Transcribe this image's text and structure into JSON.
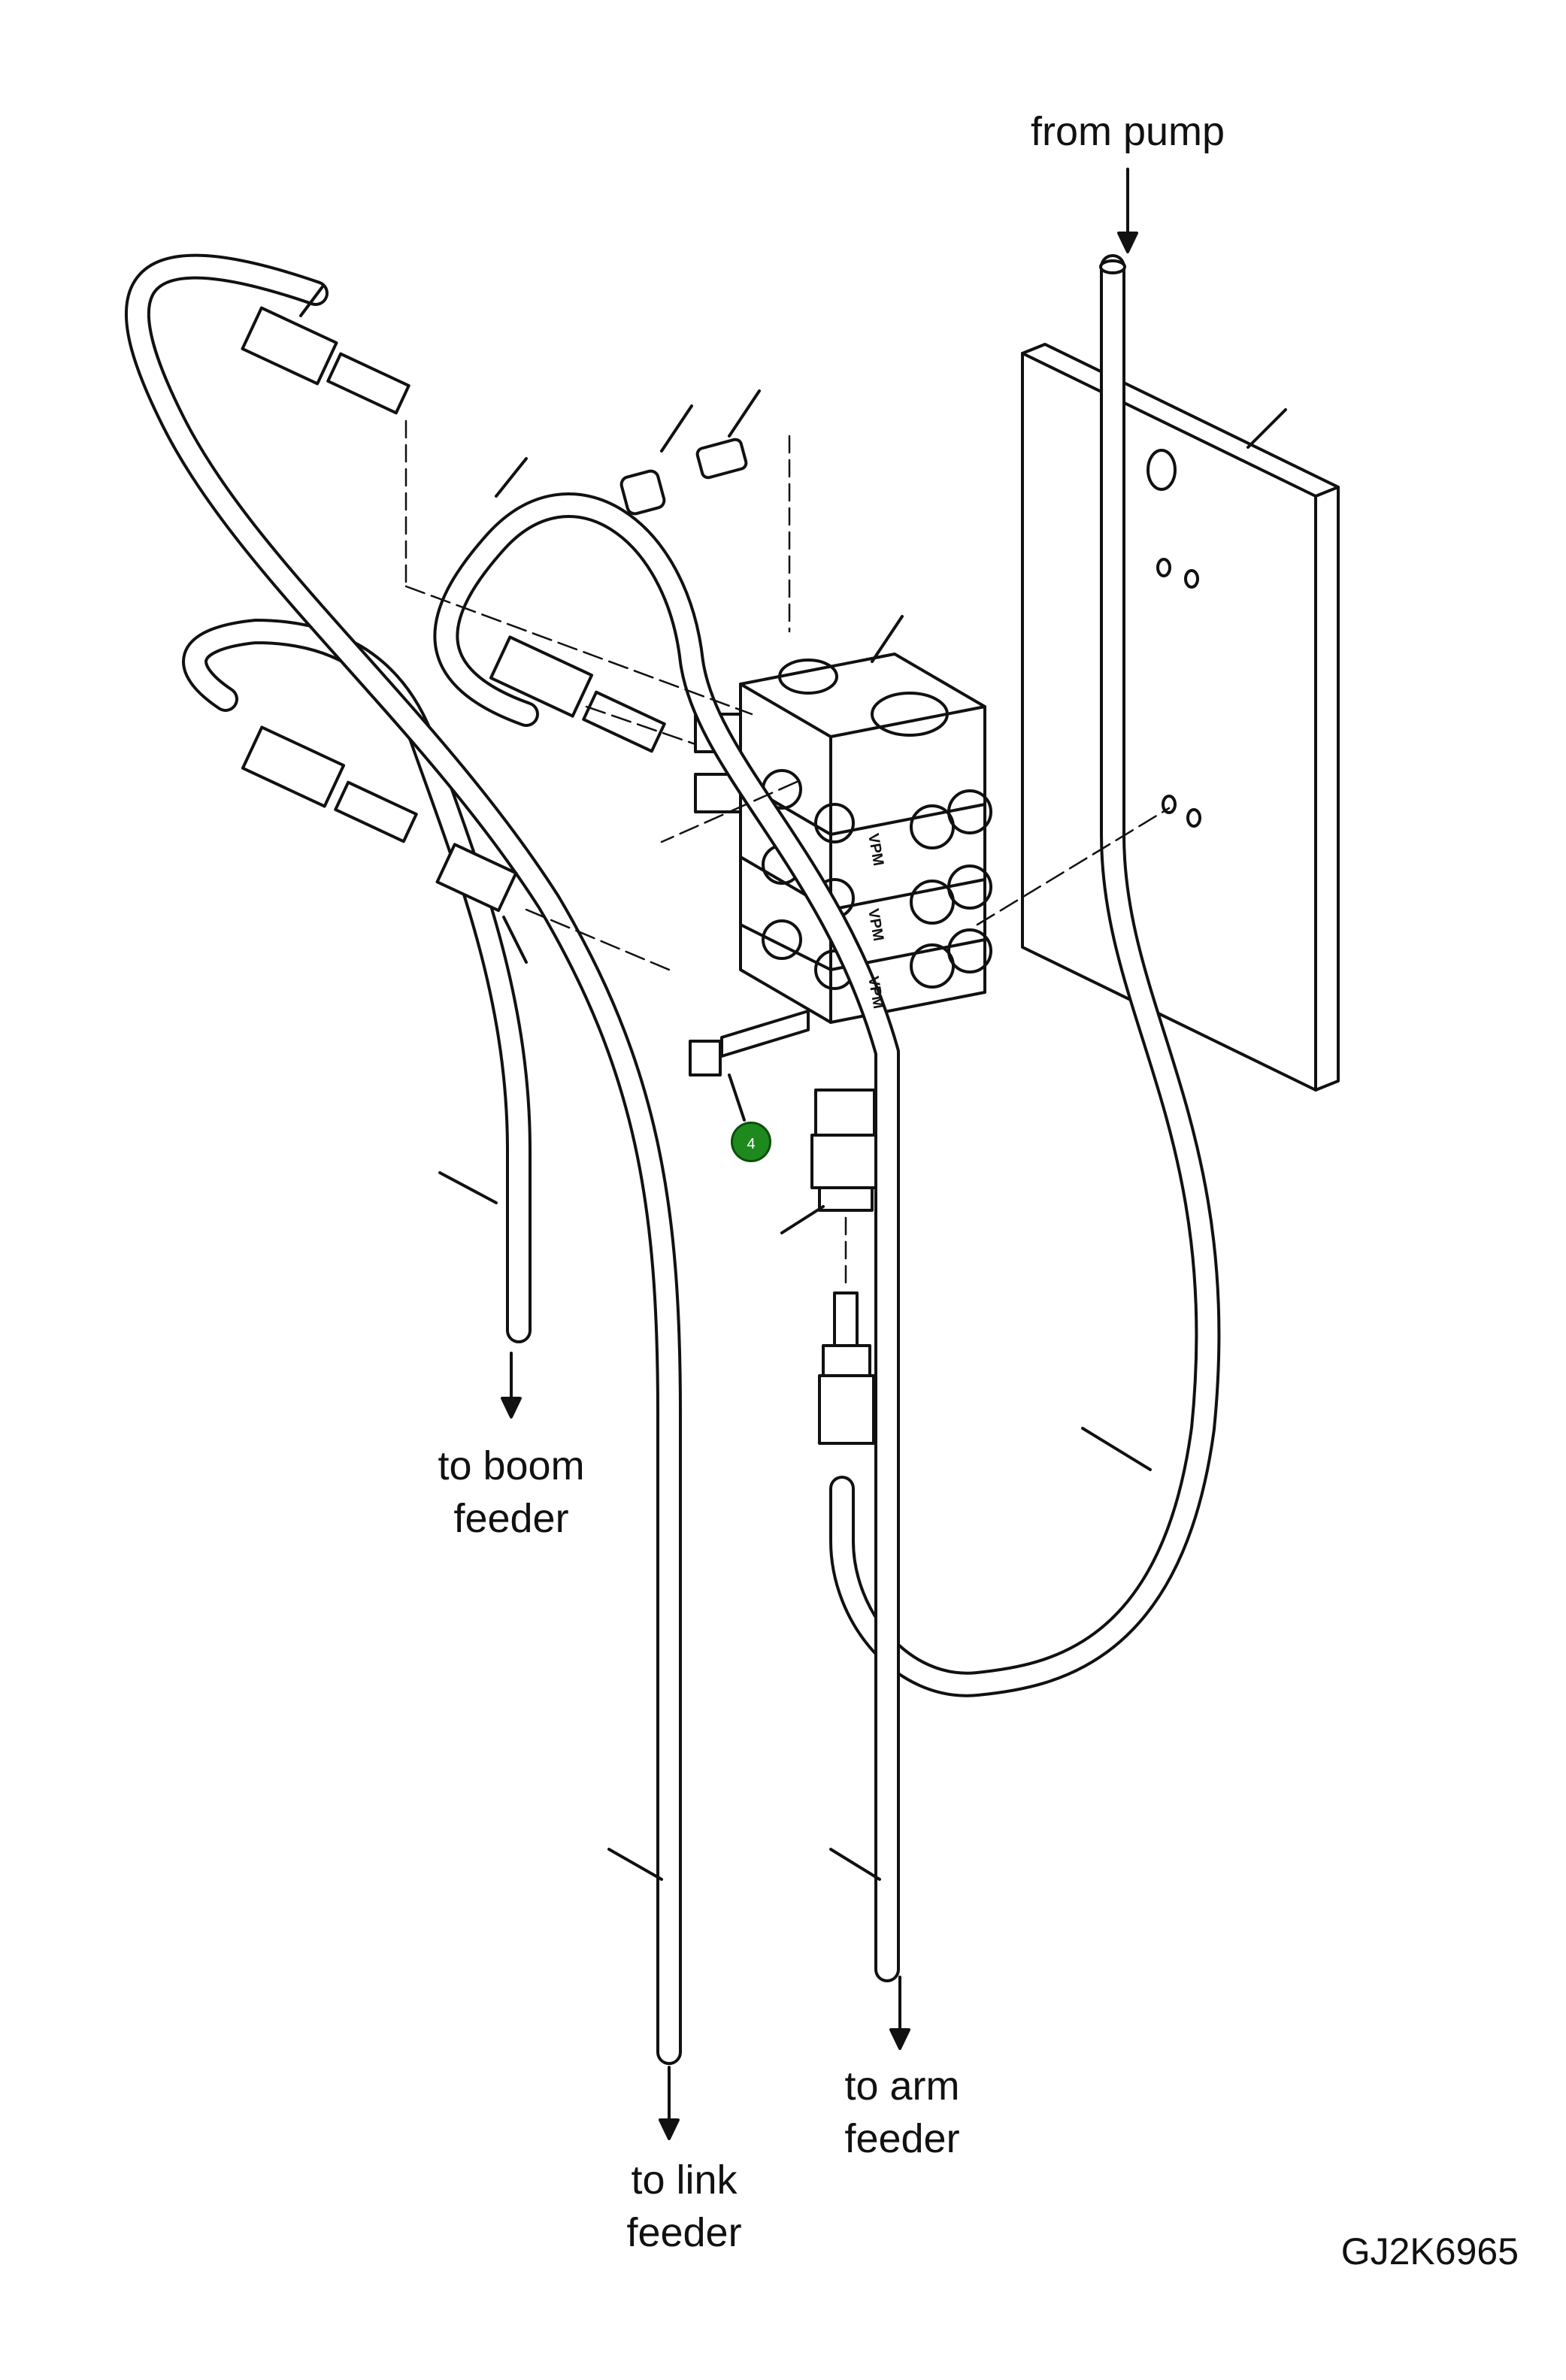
{
  "diagram": {
    "labels": {
      "from_pump": "from pump",
      "to_boom_line1": "to boom",
      "to_boom_line2": "feeder",
      "to_link_line1": "to link",
      "to_link_line2": "feeder",
      "to_arm_line1": "to arm",
      "to_arm_line2": "feeder",
      "drawing_code": "GJ2K6965"
    },
    "callout": {
      "number": "4",
      "color": "#1e8a1e"
    },
    "block_markings": [
      "VPM",
      "VPM",
      "VPM"
    ],
    "colors": {
      "line": "#111111",
      "background": "#ffffff"
    }
  }
}
